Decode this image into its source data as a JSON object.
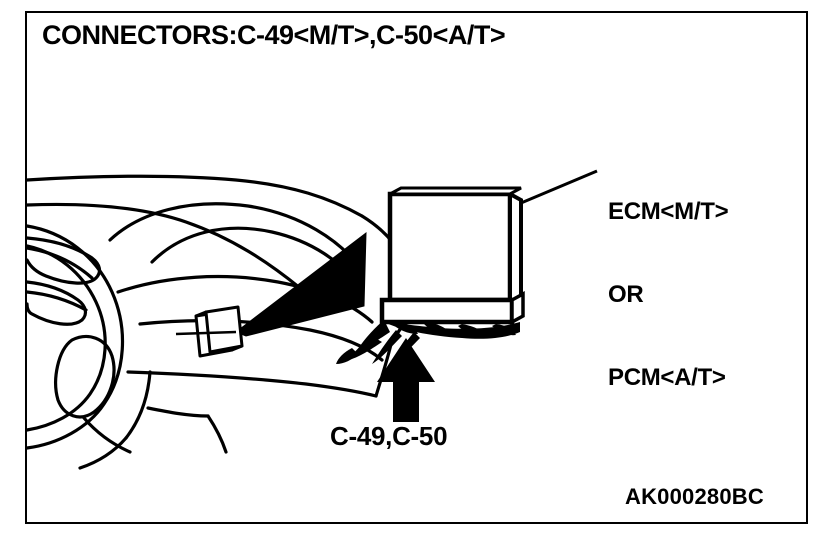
{
  "figure": {
    "title": "CONNECTORS:C-49<M/T>,C-50<A/T>",
    "reference_code": "AK000280BC",
    "frame": {
      "border_color": "#000000",
      "background_color": "#ffffff"
    },
    "labels": {
      "ecm_line1": "ECM<M/T>",
      "ecm_line2": "OR",
      "ecm_line3": "PCM<A/T>",
      "connector_callout": "C-49,C-50"
    },
    "ink_color": "#000000",
    "illustration": {
      "dashboard_name": "instrument-panel-line-drawing",
      "steering_wheel_name": "steering-wheel",
      "module_name": "ecm-pcm-module-box",
      "connector_name": "connector-block",
      "pointer_wedge_name": "callout-wedge",
      "arrow_name": "up-arrow-pointer",
      "leader_line_name": "ecm-leader-line",
      "harness_name": "wiring-harness"
    }
  }
}
